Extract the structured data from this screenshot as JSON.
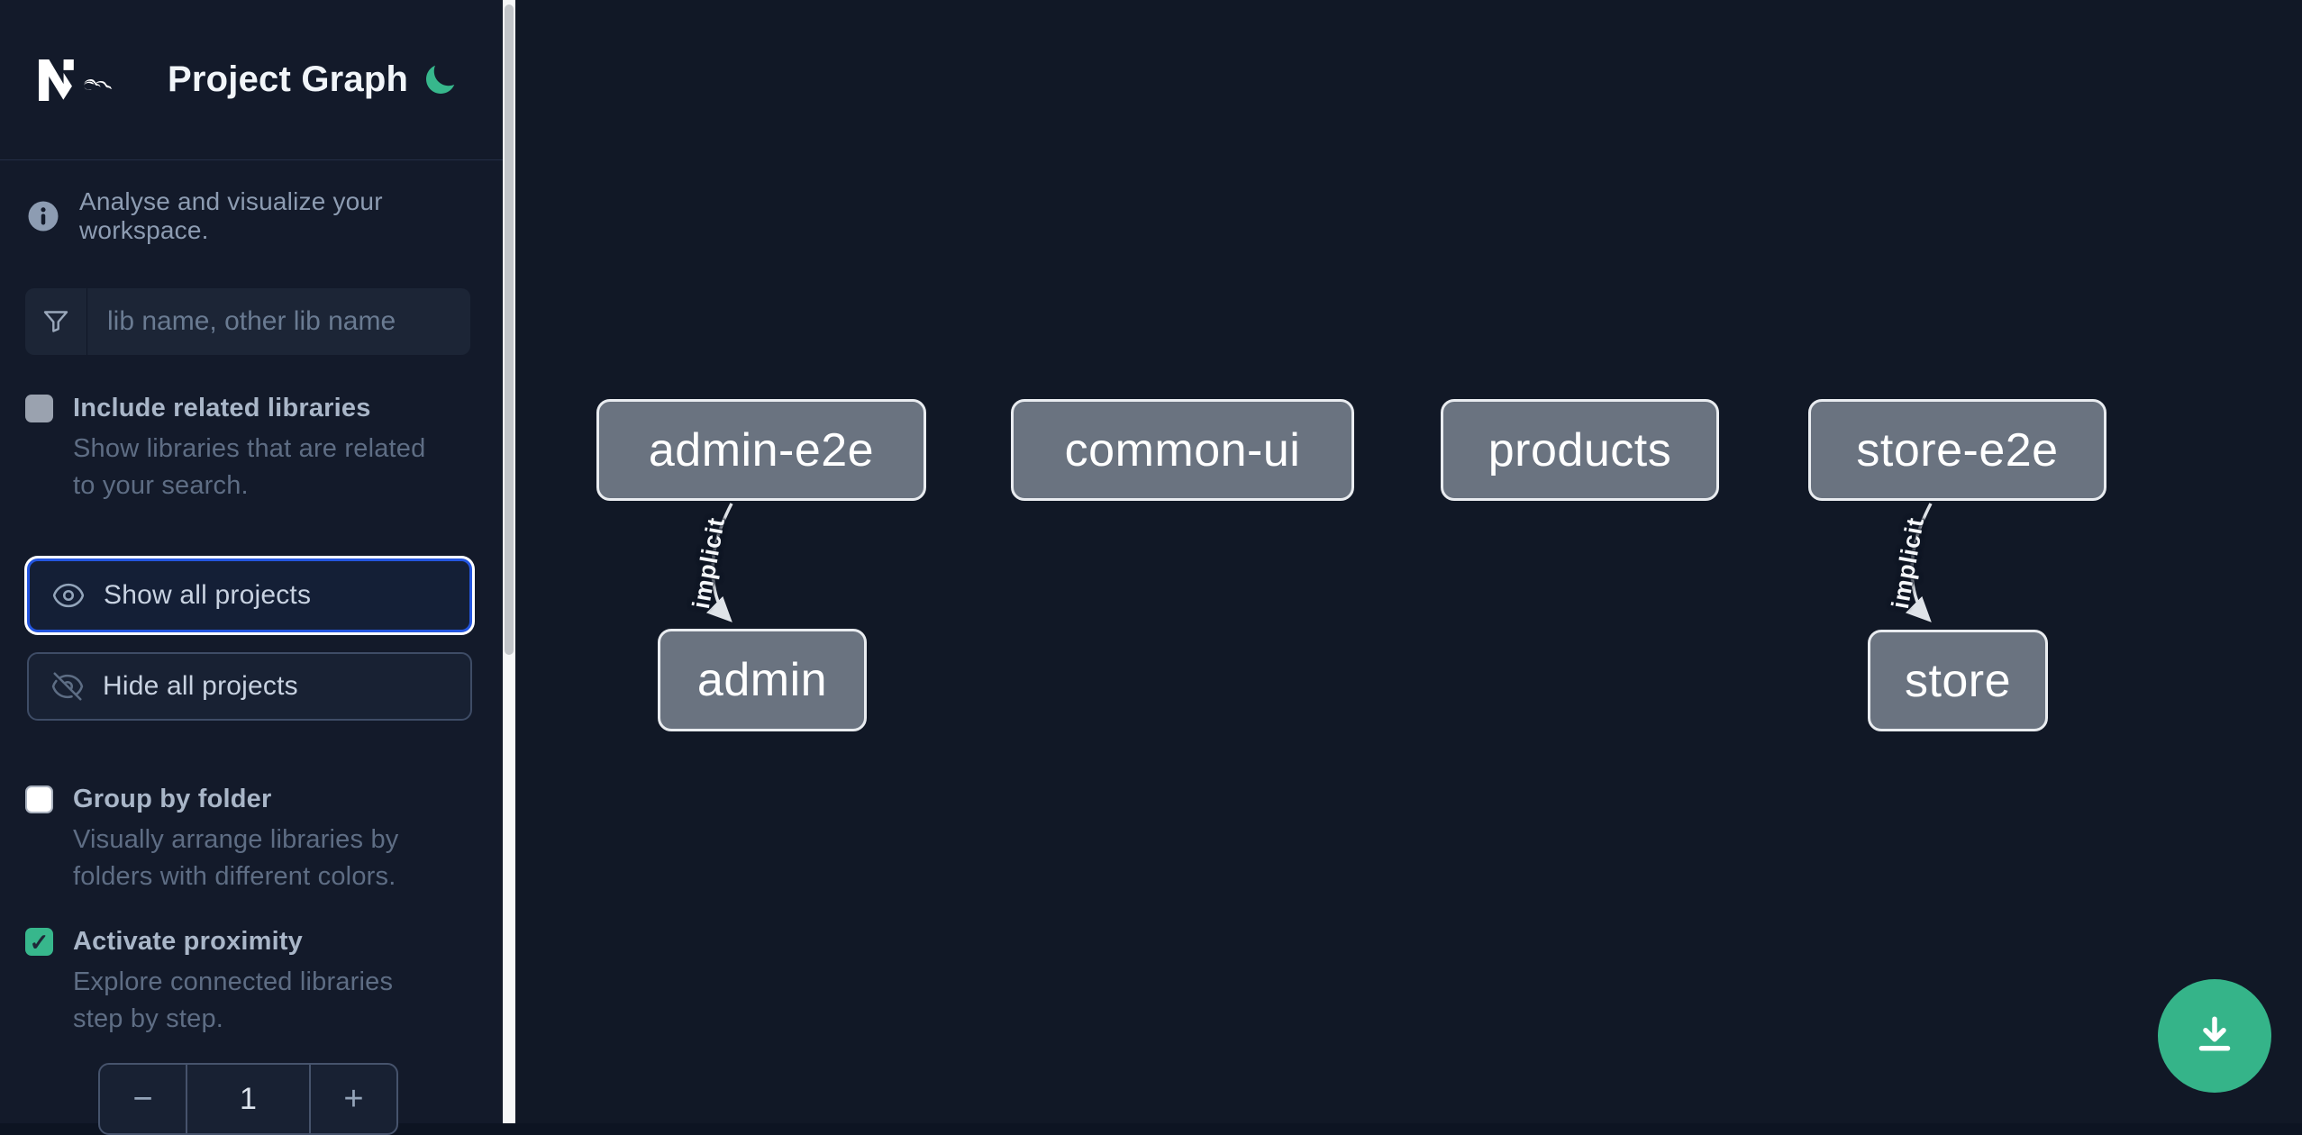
{
  "header": {
    "title": "Project Graph"
  },
  "sidebar": {
    "tagline": "Analyse and visualize your workspace.",
    "search": {
      "placeholder": "lib name, other lib name",
      "value": ""
    },
    "include_related": {
      "label": "Include related libraries",
      "description": "Show libraries that are related to your search.",
      "checked": false
    },
    "show_all_label": "Show all projects",
    "hide_all_label": "Hide all projects",
    "group_by_folder": {
      "label": "Group by folder",
      "description": "Visually arrange libraries by folders with different colors.",
      "checked": false
    },
    "activate_proximity": {
      "label": "Activate proximity",
      "description": "Explore connected libraries step by step.",
      "checked": true,
      "check_glyph": "✓"
    },
    "proximity_stepper": {
      "decrement_label": "−",
      "value": "1",
      "increment_label": "+"
    }
  },
  "graph": {
    "nodes": [
      {
        "label": "admin-e2e"
      },
      {
        "label": "common-ui"
      },
      {
        "label": "products"
      },
      {
        "label": "store-e2e"
      },
      {
        "label": "admin"
      },
      {
        "label": "store"
      }
    ],
    "edges": [
      {
        "from": "admin-e2e",
        "to": "admin",
        "label": "implicit"
      },
      {
        "from": "store-e2e",
        "to": "store",
        "label": "implicit"
      }
    ]
  },
  "colors": {
    "accent_green": "#35b489",
    "focus_blue": "#2456e0",
    "node_fill": "#6a7380",
    "node_border": "#e9ecf0",
    "sidebar_bg": "#131a2a",
    "canvas_bg": "#111826"
  }
}
